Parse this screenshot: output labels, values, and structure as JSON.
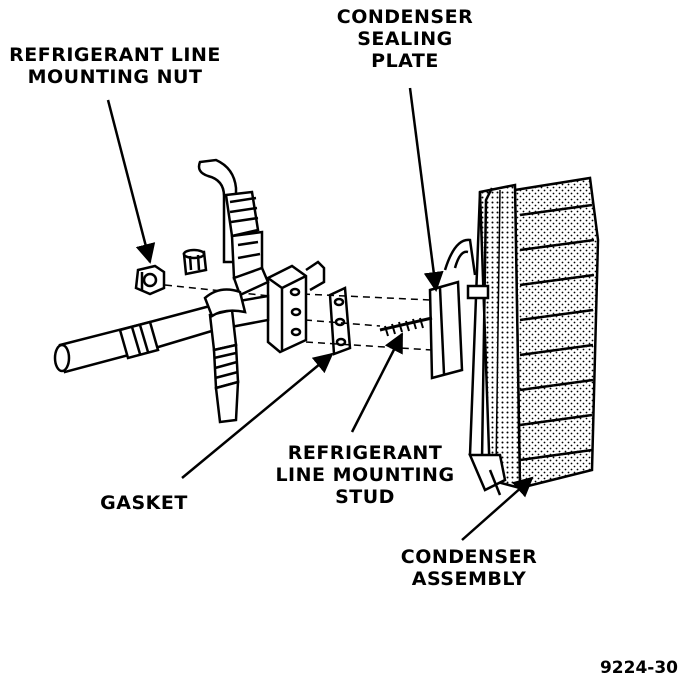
{
  "labels": {
    "condenser_sealing_plate": [
      "CONDENSER",
      "SEALING",
      "PLATE"
    ],
    "refrigerant_line_mounting_nut": [
      "REFRIGERANT LINE",
      "MOUNTING NUT"
    ],
    "refrigerant_line_mounting_stud": [
      "REFRIGERANT",
      "LINE MOUNTING",
      "STUD"
    ],
    "gasket": [
      "GASKET"
    ],
    "condenser_assembly": [
      "CONDENSER",
      "ASSEMBLY"
    ]
  },
  "figure_number": "9224-30",
  "colors": {
    "ink": "#000000",
    "paper": "#ffffff",
    "fin_shade": "#9a9a9a"
  }
}
